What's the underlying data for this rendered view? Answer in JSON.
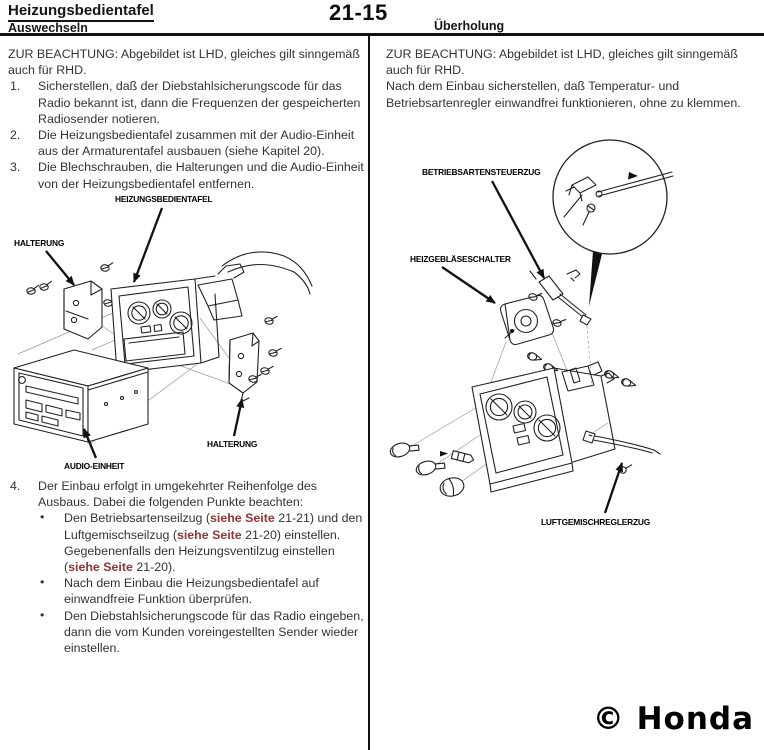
{
  "header": {
    "title": "Heizungsbedientafel",
    "subtitle": "Auswechseln",
    "page_number": "21-15",
    "right_heading": "Überholung"
  },
  "left": {
    "note": "ZUR BEACHTUNG: Abgebildet ist LHD, gleiches gilt sinngemäß auch für RHD.",
    "bullet_char": "•",
    "steps": [
      {
        "num": "1.",
        "text": "Sicherstellen, daß der Diebstahlsicherungscode für das Radio bekannt ist, dann die Frequenzen der gespeicherten Radiosender notieren."
      },
      {
        "num": "2.",
        "text": "Die Heizungsbedientafel zusammen mit der Audio-Einheit aus der Armaturentafel ausbauen (siehe Kapitel 20)."
      },
      {
        "num": "3.",
        "text": "Die Blechschrauben, die Halterungen und die Audio-Einheit von der Heizungsbedientafel entfernen."
      }
    ],
    "step4": {
      "num": "4.",
      "text": "Der Einbau erfolgt in umgekehrter Reihenfolge des Ausbaus. Dabei die folgenden Punkte beachten:",
      "bullets": [
        {
          "parts": [
            {
              "t": "Den Betriebsartenseilzug ("
            },
            {
              "t": "siehe Seite"
            },
            {
              "t": " 21-21) und den Luftgemischseilzug ("
            },
            {
              "t": "siehe Seite"
            },
            {
              "t": " 21-20) einstellen. Gegebenenfalls den Heizungsventilzug einstellen ("
            },
            {
              "t": "siehe Seite"
            },
            {
              "t": " 21-20)."
            }
          ]
        },
        {
          "parts": [
            {
              "t": "Nach dem Einbau die Heizungsbedientafel auf einwandfreie Funktion überprüfen."
            }
          ]
        },
        {
          "parts": [
            {
              "t": "Den Diebstahlsicherungscode für das Radio eingeben, dann die vom Kunden voreingestellten Sender wieder einstellen."
            }
          ]
        }
      ]
    },
    "diagram": {
      "panel_label": "HEIZUNGSBEDIENTAFEL",
      "bracket_left_label": "HALTERUNG",
      "bracket_right_label": "HALTERUNG",
      "audio_label": "AUDIO-EINHEIT"
    }
  },
  "right": {
    "note": "ZUR BEACHTUNG: Abgebildet ist LHD, gleiches gilt sinngemäß auch für RHD.",
    "note2": "Nach dem Einbau sicherstellen, daß Temperatur- und Betriebsartenregler einwandfrei funktionieren, ohne zu klemmen.",
    "diagram": {
      "mode_cable_label": "BETRIEBSARTENSTEUERZUG",
      "blower_switch_label": "HEIZGEBLÄSESCHALTER",
      "air_mix_cable_label": "LUFTGEMISCHREGLERZUG"
    }
  },
  "footer": {
    "copyright": "© Honda"
  },
  "colors": {
    "highlight": "#943434",
    "text": "#333333",
    "rule": "#101010"
  }
}
